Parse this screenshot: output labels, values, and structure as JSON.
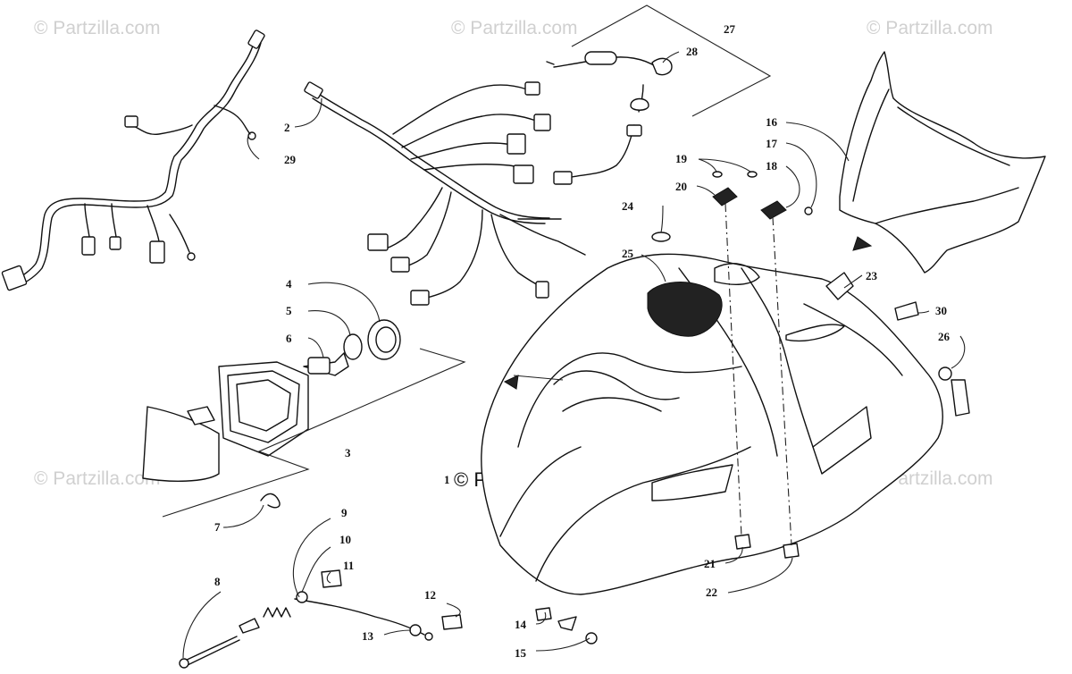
{
  "watermark": "© Partzilla.com",
  "center_watermark": "© Partzilla.com",
  "callout_1": "1",
  "callouts": [
    {
      "label": "2"
    },
    {
      "label": "3"
    },
    {
      "label": "4"
    },
    {
      "label": "5"
    },
    {
      "label": "6"
    },
    {
      "label": "7"
    },
    {
      "label": "8"
    },
    {
      "label": "9"
    },
    {
      "label": "10"
    },
    {
      "label": "11"
    },
    {
      "label": "12"
    },
    {
      "label": "13"
    },
    {
      "label": "14"
    },
    {
      "label": "15"
    },
    {
      "label": "16"
    },
    {
      "label": "17"
    },
    {
      "label": "18"
    },
    {
      "label": "19"
    },
    {
      "label": "20"
    },
    {
      "label": "21"
    },
    {
      "label": "22"
    },
    {
      "label": "23"
    },
    {
      "label": "24"
    },
    {
      "label": "25"
    },
    {
      "label": "26"
    },
    {
      "label": "27"
    },
    {
      "label": "28"
    },
    {
      "label": "29"
    },
    {
      "label": "30"
    }
  ]
}
